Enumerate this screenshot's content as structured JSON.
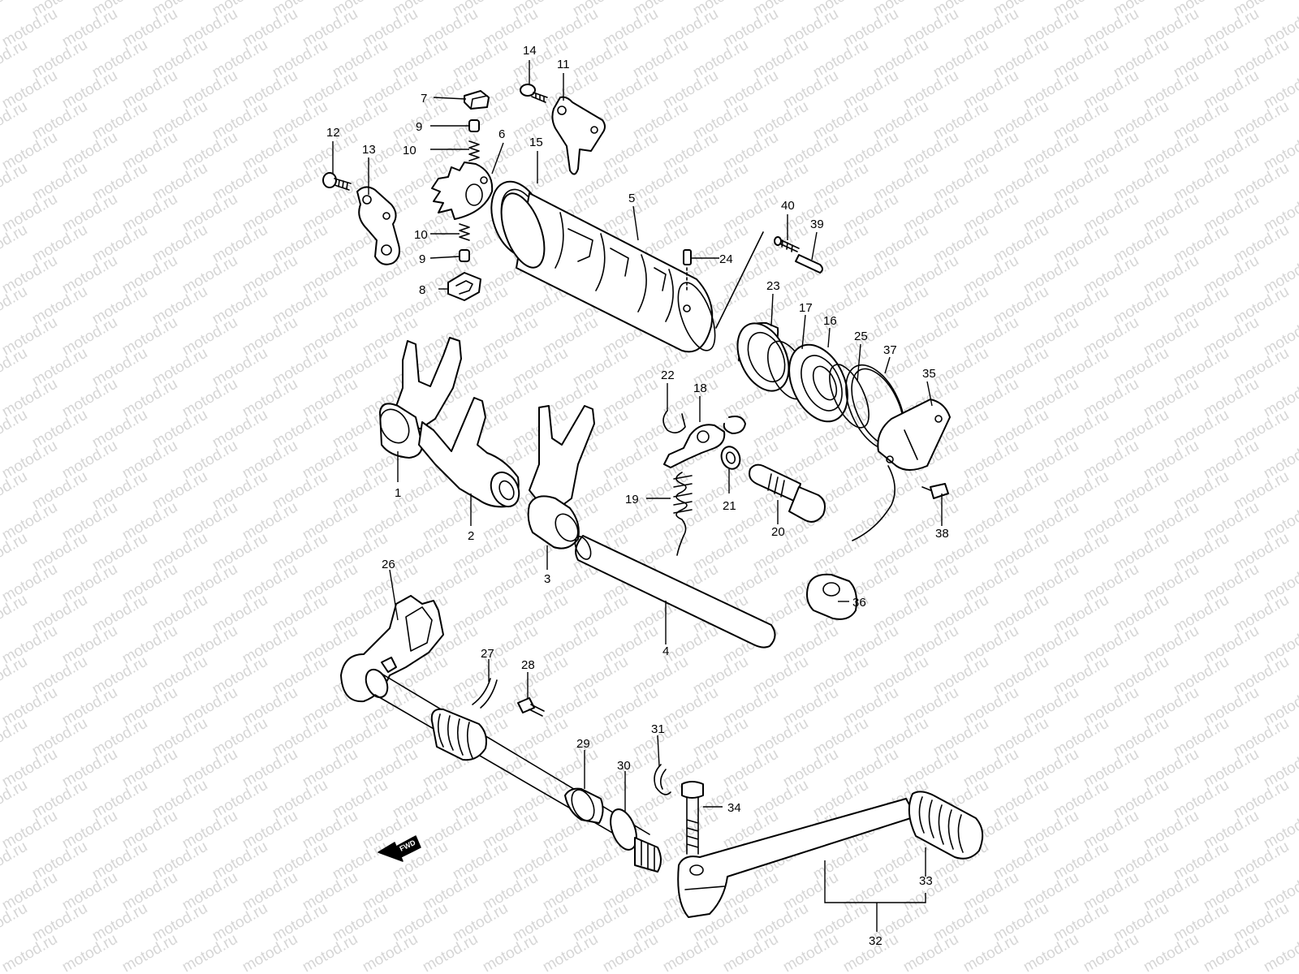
{
  "watermark": {
    "text": "motod.ru",
    "color": "#d6d6d6"
  },
  "direction_marker": {
    "label": "FWD",
    "icon": "arrow-left-icon"
  },
  "callouts": {
    "p1": "1",
    "p2": "2",
    "p3": "3",
    "p4": "4",
    "p5": "5",
    "p6": "6",
    "p7": "7",
    "p8": "8",
    "p9a": "9",
    "p9b": "9",
    "p10a": "10",
    "p10b": "10",
    "p11": "11",
    "p12": "12",
    "p13": "13",
    "p14": "14",
    "p15": "15",
    "p16": "16",
    "p17": "17",
    "p18": "18",
    "p19": "19",
    "p20": "20",
    "p21": "21",
    "p22": "22",
    "p23": "23",
    "p24": "24",
    "p25": "25",
    "p26": "26",
    "p27": "27",
    "p28": "28",
    "p29": "29",
    "p30": "30",
    "p31": "31",
    "p32": "32",
    "p33": "33",
    "p34": "34",
    "p35": "35",
    "p36": "36",
    "p37": "37",
    "p38": "38",
    "p39": "39",
    "p40": "40"
  }
}
